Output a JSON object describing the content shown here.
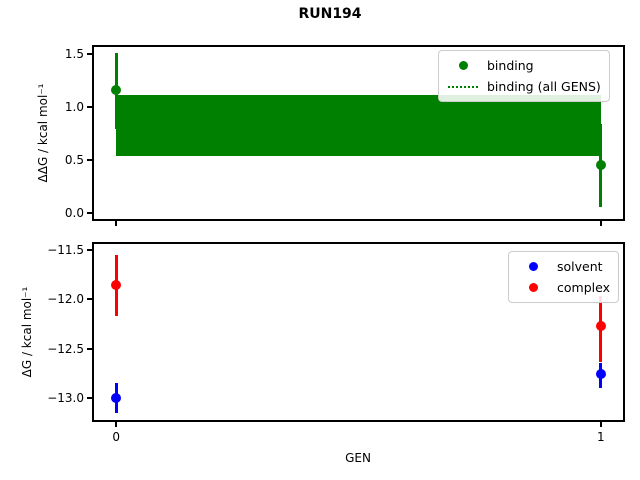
{
  "title": "RUN194",
  "chart_data": [
    {
      "type": "scatter",
      "position": "top",
      "ylabel": "ΔΔG / kcal mol⁻¹",
      "xlim": [
        -0.05,
        1.05
      ],
      "ylim": [
        -0.073,
        1.585
      ],
      "yticks": [
        0.0,
        0.5,
        1.0,
        1.5
      ],
      "ytick_labels": [
        "0.0",
        "0.5",
        "1.0",
        "1.5"
      ],
      "xticks": [
        0,
        1
      ],
      "xtick_labels": null,
      "grid": false,
      "series": [
        {
          "name": "binding",
          "color": "#008000",
          "marker": "circle",
          "x": [
            0,
            1
          ],
          "y": [
            1.16,
            0.45
          ],
          "yerr_low": [
            0.79,
            0.06
          ],
          "yerr_high": [
            1.51,
            0.84
          ]
        }
      ],
      "band": {
        "name": "binding (all GENS)",
        "color": "#008000",
        "style": "dotted mean line with solid fill",
        "x_range": [
          0,
          1
        ],
        "y_low": 0.54,
        "y_high": 1.11,
        "y_mean": 0.82
      },
      "legend": {
        "position": "upper right",
        "entries": [
          {
            "label": "binding",
            "marker": "dot",
            "color": "#008000"
          },
          {
            "label": "binding (all GENS)",
            "marker": "dotted-line",
            "color": "#008000"
          }
        ]
      }
    },
    {
      "type": "scatter",
      "position": "bottom",
      "xlabel": "GEN",
      "ylabel": "ΔG / kcal mol⁻¹",
      "xlim": [
        -0.05,
        1.05
      ],
      "ylim": [
        -13.24,
        -11.42
      ],
      "yticks": [
        -11.5,
        -12.0,
        -12.5,
        -13.0
      ],
      "ytick_labels": [
        "−11.5",
        "−12.0",
        "−12.5",
        "−13.0"
      ],
      "xticks": [
        0,
        1
      ],
      "xtick_labels": [
        "0",
        "1"
      ],
      "grid": false,
      "series": [
        {
          "name": "solvent",
          "color": "#0000ff",
          "marker": "circle",
          "x": [
            0,
            1
          ],
          "y": [
            -13.0,
            -12.75
          ],
          "yerr_low": [
            -13.15,
            -12.9
          ],
          "yerr_high": [
            -12.85,
            -12.64
          ]
        },
        {
          "name": "complex",
          "color": "#ff0000",
          "marker": "circle",
          "x": [
            0,
            1
          ],
          "y": [
            -11.85,
            -12.27
          ],
          "yerr_low": [
            -12.17,
            -12.63
          ],
          "yerr_high": [
            -11.55,
            -11.97
          ]
        }
      ],
      "legend": {
        "position": "upper right",
        "entries": [
          {
            "label": "solvent",
            "marker": "dot",
            "color": "#0000ff"
          },
          {
            "label": "complex",
            "marker": "dot",
            "color": "#ff0000"
          }
        ]
      }
    }
  ]
}
